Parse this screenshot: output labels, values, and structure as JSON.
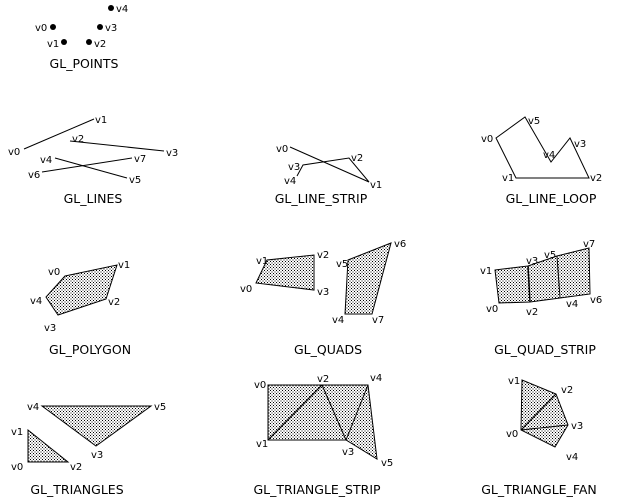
{
  "panels": [
    {
      "id": "points",
      "caption": "GL_POINTS",
      "vertices": [
        {
          "label": "v0"
        },
        {
          "label": "v1"
        },
        {
          "label": "v2"
        },
        {
          "label": "v3"
        },
        {
          "label": "v4"
        }
      ]
    },
    {
      "id": "lines",
      "caption": "GL_LINES",
      "vertices": [
        {
          "label": "v0"
        },
        {
          "label": "v1"
        },
        {
          "label": "v2"
        },
        {
          "label": "v3"
        },
        {
          "label": "v4"
        },
        {
          "label": "v5"
        },
        {
          "label": "v6"
        },
        {
          "label": "v7"
        }
      ]
    },
    {
      "id": "line-strip",
      "caption": "GL_LINE_STRIP",
      "vertices": [
        {
          "label": "v0"
        },
        {
          "label": "v1"
        },
        {
          "label": "v2"
        },
        {
          "label": "v3"
        },
        {
          "label": "v4"
        }
      ]
    },
    {
      "id": "line-loop",
      "caption": "GL_LINE_LOOP",
      "vertices": [
        {
          "label": "v0"
        },
        {
          "label": "v1"
        },
        {
          "label": "v2"
        },
        {
          "label": "v3"
        },
        {
          "label": "v4"
        },
        {
          "label": "v5"
        }
      ]
    },
    {
      "id": "polygon",
      "caption": "GL_POLYGON",
      "vertices": [
        {
          "label": "v0"
        },
        {
          "label": "v1"
        },
        {
          "label": "v2"
        },
        {
          "label": "v3"
        },
        {
          "label": "v4"
        }
      ]
    },
    {
      "id": "quads",
      "caption": "GL_QUADS",
      "vertices": [
        {
          "label": "v0"
        },
        {
          "label": "v1"
        },
        {
          "label": "v2"
        },
        {
          "label": "v3"
        },
        {
          "label": "v4"
        },
        {
          "label": "v5"
        },
        {
          "label": "v6"
        },
        {
          "label": "v7"
        }
      ]
    },
    {
      "id": "quad-strip",
      "caption": "GL_QUAD_STRIP",
      "vertices": [
        {
          "label": "v0"
        },
        {
          "label": "v1"
        },
        {
          "label": "v2"
        },
        {
          "label": "v3"
        },
        {
          "label": "v4"
        },
        {
          "label": "v5"
        },
        {
          "label": "v6"
        },
        {
          "label": "v7"
        }
      ]
    },
    {
      "id": "triangles",
      "caption": "GL_TRIANGLES",
      "vertices": [
        {
          "label": "v0"
        },
        {
          "label": "v1"
        },
        {
          "label": "v2"
        },
        {
          "label": "v3"
        },
        {
          "label": "v4"
        },
        {
          "label": "v5"
        }
      ]
    },
    {
      "id": "triangle-strip",
      "caption": "GL_TRIANGLE_STRIP",
      "vertices": [
        {
          "label": "v0"
        },
        {
          "label": "v1"
        },
        {
          "label": "v2"
        },
        {
          "label": "v3"
        },
        {
          "label": "v4"
        },
        {
          "label": "v5"
        }
      ]
    },
    {
      "id": "triangle-fan",
      "caption": "GL_TRIANGLE_FAN",
      "vertices": [
        {
          "label": "v0"
        },
        {
          "label": "v1"
        },
        {
          "label": "v2"
        },
        {
          "label": "v3"
        },
        {
          "label": "v4"
        }
      ]
    }
  ],
  "colors": {
    "stroke": "#000000",
    "fill_dots": "#000000",
    "background": "#ffffff"
  }
}
